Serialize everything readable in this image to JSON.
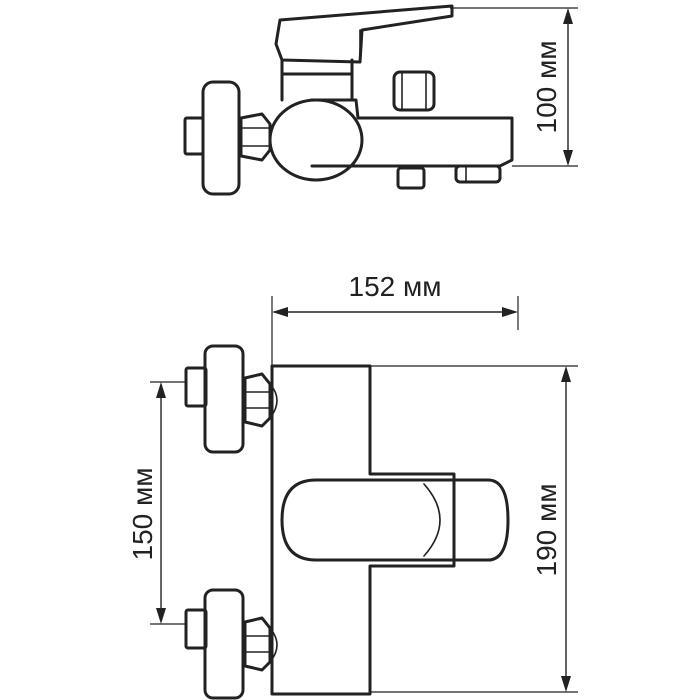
{
  "dimensions": {
    "height_side": "100 мм",
    "width_front": "152 мм",
    "inlet_spacing": "150 мм",
    "height_front": "190 мм"
  },
  "colors": {
    "line": "#222222",
    "background": "#ffffff"
  }
}
